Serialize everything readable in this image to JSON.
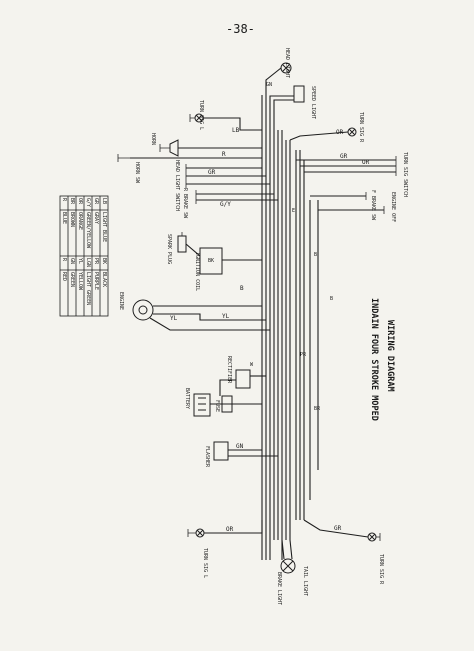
{
  "page": {
    "number": "-38-"
  },
  "title": {
    "line1": "WIRING DIAGRAM",
    "line2": "INDAIN FOUR STROKE MOPED"
  },
  "components": {
    "head_light": "HEAD LIGHT",
    "speedo_light": "SPEED LIGHT",
    "turn_sig_r_top": "TURN SIG R",
    "turn_sig_l_top": "TURN SIG L",
    "turn_sig_switch": "TURN SIG SWITCH",
    "f_brake_sw": "F BRAKE SW",
    "engine_off": "ENGINE OFF",
    "horn": "HORN",
    "horn_sw": "HORN SW",
    "head_light_switch": "HEAD LIGHT SWITCH",
    "r_brake_sw": "R BRAKE SW",
    "spark_plug": "SPARK PLUG",
    "ignition_coil": "IGNITION COIL",
    "engine": "ENGINE",
    "rectifier": "RECTIFIER",
    "battery": "BATTERY",
    "fuse": "FUSE",
    "flasher": "FLASHER",
    "turn_sig_l_bottom": "TURN SIG L",
    "turn_sig_r_bottom": "TURN SIG R",
    "tail_light": "TAIL LIGHT",
    "brake_light": "BRAKE LIGHT"
  },
  "wire_labels": {
    "lb": "LB",
    "gn": "GN",
    "b": "B",
    "r": "R",
    "gr": "GR",
    "or": "OR",
    "yl": "YL",
    "gy": "G/Y",
    "pr": "PR",
    "bk": "BK",
    "w": "W",
    "br": "BR",
    "e": "E"
  },
  "legend": {
    "rows": [
      [
        "R",
        "BLUE",
        "R",
        "RED"
      ],
      [
        "BR",
        "BROWN",
        "GN",
        "GREEN"
      ],
      [
        "OR",
        "ORANGE",
        "YL",
        "YELLOW"
      ],
      [
        "G/Y",
        "GREEN/YELLOW",
        "LGN",
        "LIGHT GREEN"
      ],
      [
        "GR",
        "GRAY",
        "PR",
        "PURPLE"
      ],
      [
        "LB",
        "LIGHT BLUE",
        "BK",
        "BLACK"
      ]
    ]
  }
}
